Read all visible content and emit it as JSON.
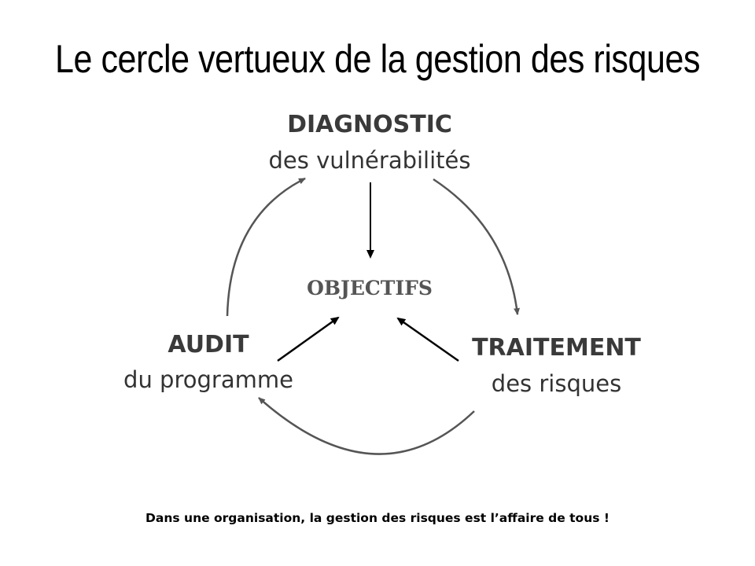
{
  "title": "Le cercle vertueux de la gestion des risques",
  "nodes": {
    "diagnostic": {
      "heading": "DIAGNOSTIC",
      "subtitle": "des vulnérabilités"
    },
    "traitement": {
      "heading": "TRAITEMENT",
      "subtitle": "des risques"
    },
    "audit": {
      "heading": "AUDIT",
      "subtitle": "du programme"
    }
  },
  "center": {
    "label": "OBJECTIFS"
  },
  "cycle": [
    "DIAGNOSTIC",
    "TRAITEMENT",
    "AUDIT"
  ],
  "footer": "Dans une organisation, la gestion des risques est l’affaire de tous !",
  "colors": {
    "cycle_arrow": "#555555",
    "inner_arrow": "#000000",
    "text": "#333333"
  }
}
